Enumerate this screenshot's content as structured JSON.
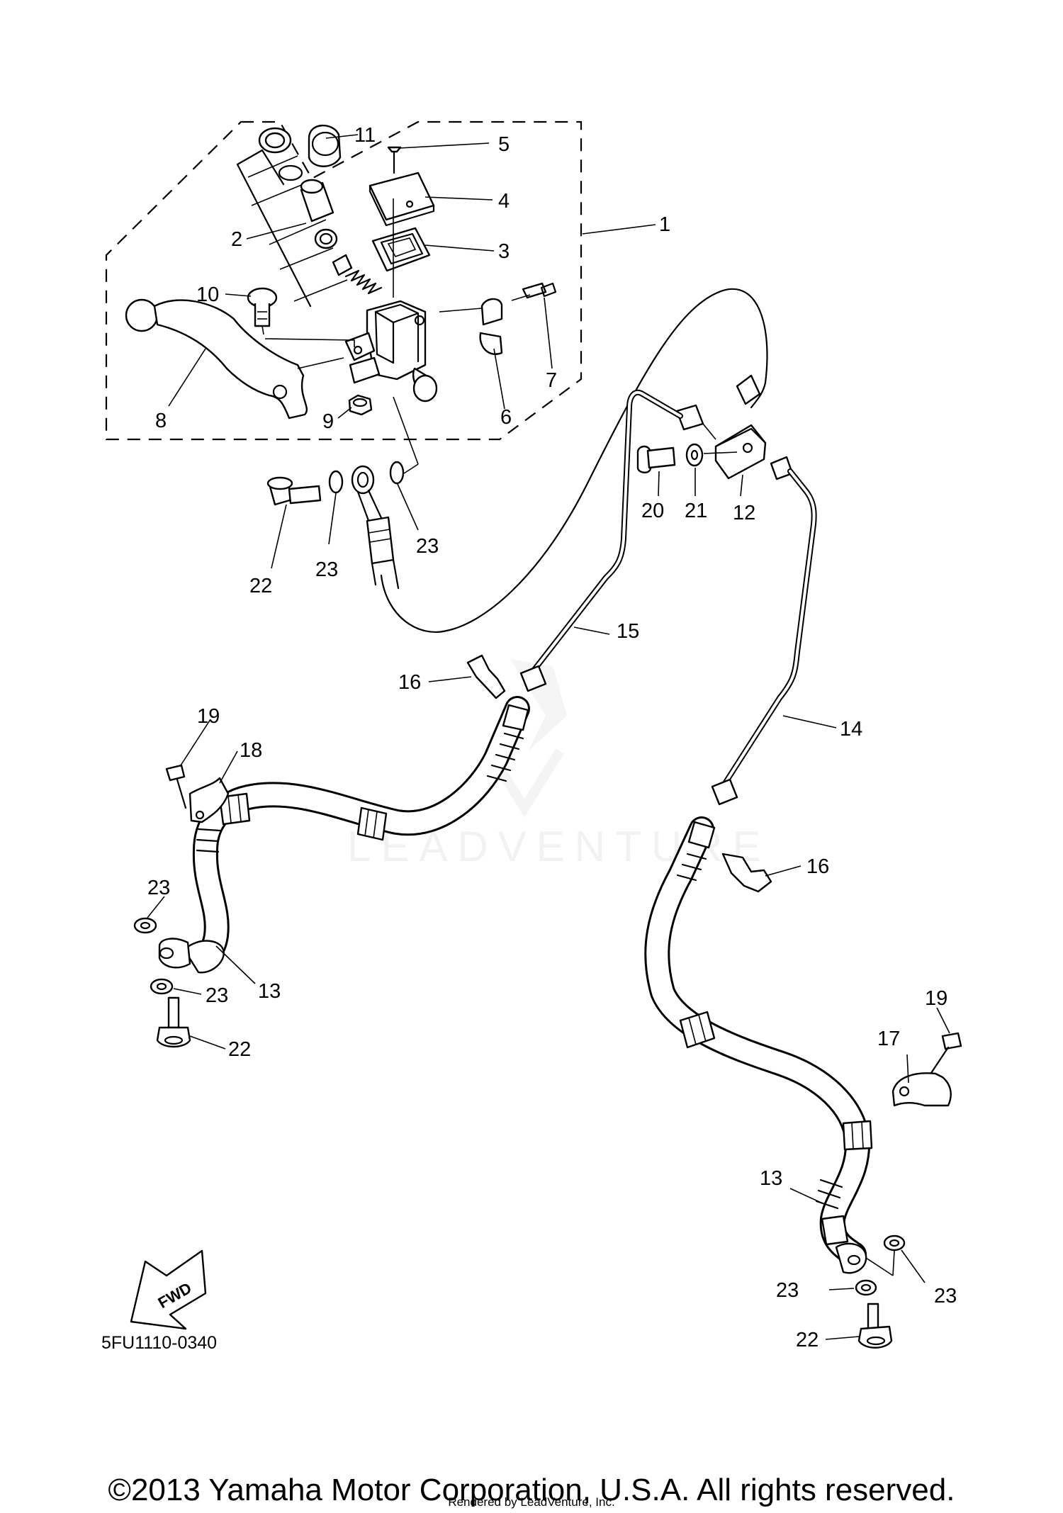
{
  "diagram": {
    "code": "5FU1110-0340",
    "fwd_label": "FWD",
    "watermark": "LEADVENTURE",
    "callouts": [
      "1",
      "2",
      "3",
      "4",
      "5",
      "6",
      "7",
      "8",
      "9",
      "10",
      "11",
      "12",
      "13",
      "14",
      "15",
      "16",
      "17",
      "18",
      "19",
      "20",
      "21",
      "22",
      "23"
    ]
  },
  "footer": {
    "copyright": "©2013 Yamaha Motor Corporation, U.S.A. All rights reserved.",
    "rendered_by": "Rendered by LeadVenture, Inc."
  }
}
